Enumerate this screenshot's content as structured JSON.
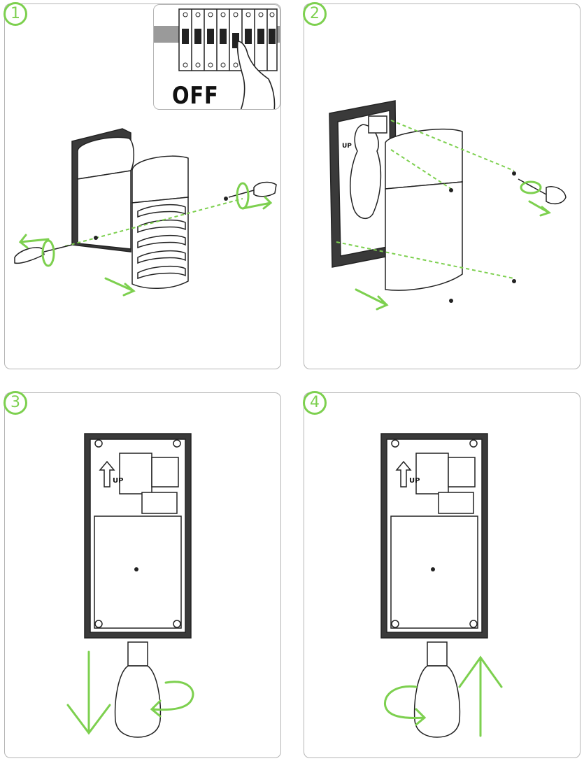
{
  "steps": [
    {
      "number": "1",
      "inset_label": "OFF"
    },
    {
      "number": "2",
      "label": "UP"
    },
    {
      "number": "3",
      "label": "UP"
    },
    {
      "number": "4",
      "label": "UP"
    }
  ],
  "colors": {
    "accent": "#7dd04f",
    "border": "#b5b5b5",
    "line": "#222222"
  }
}
